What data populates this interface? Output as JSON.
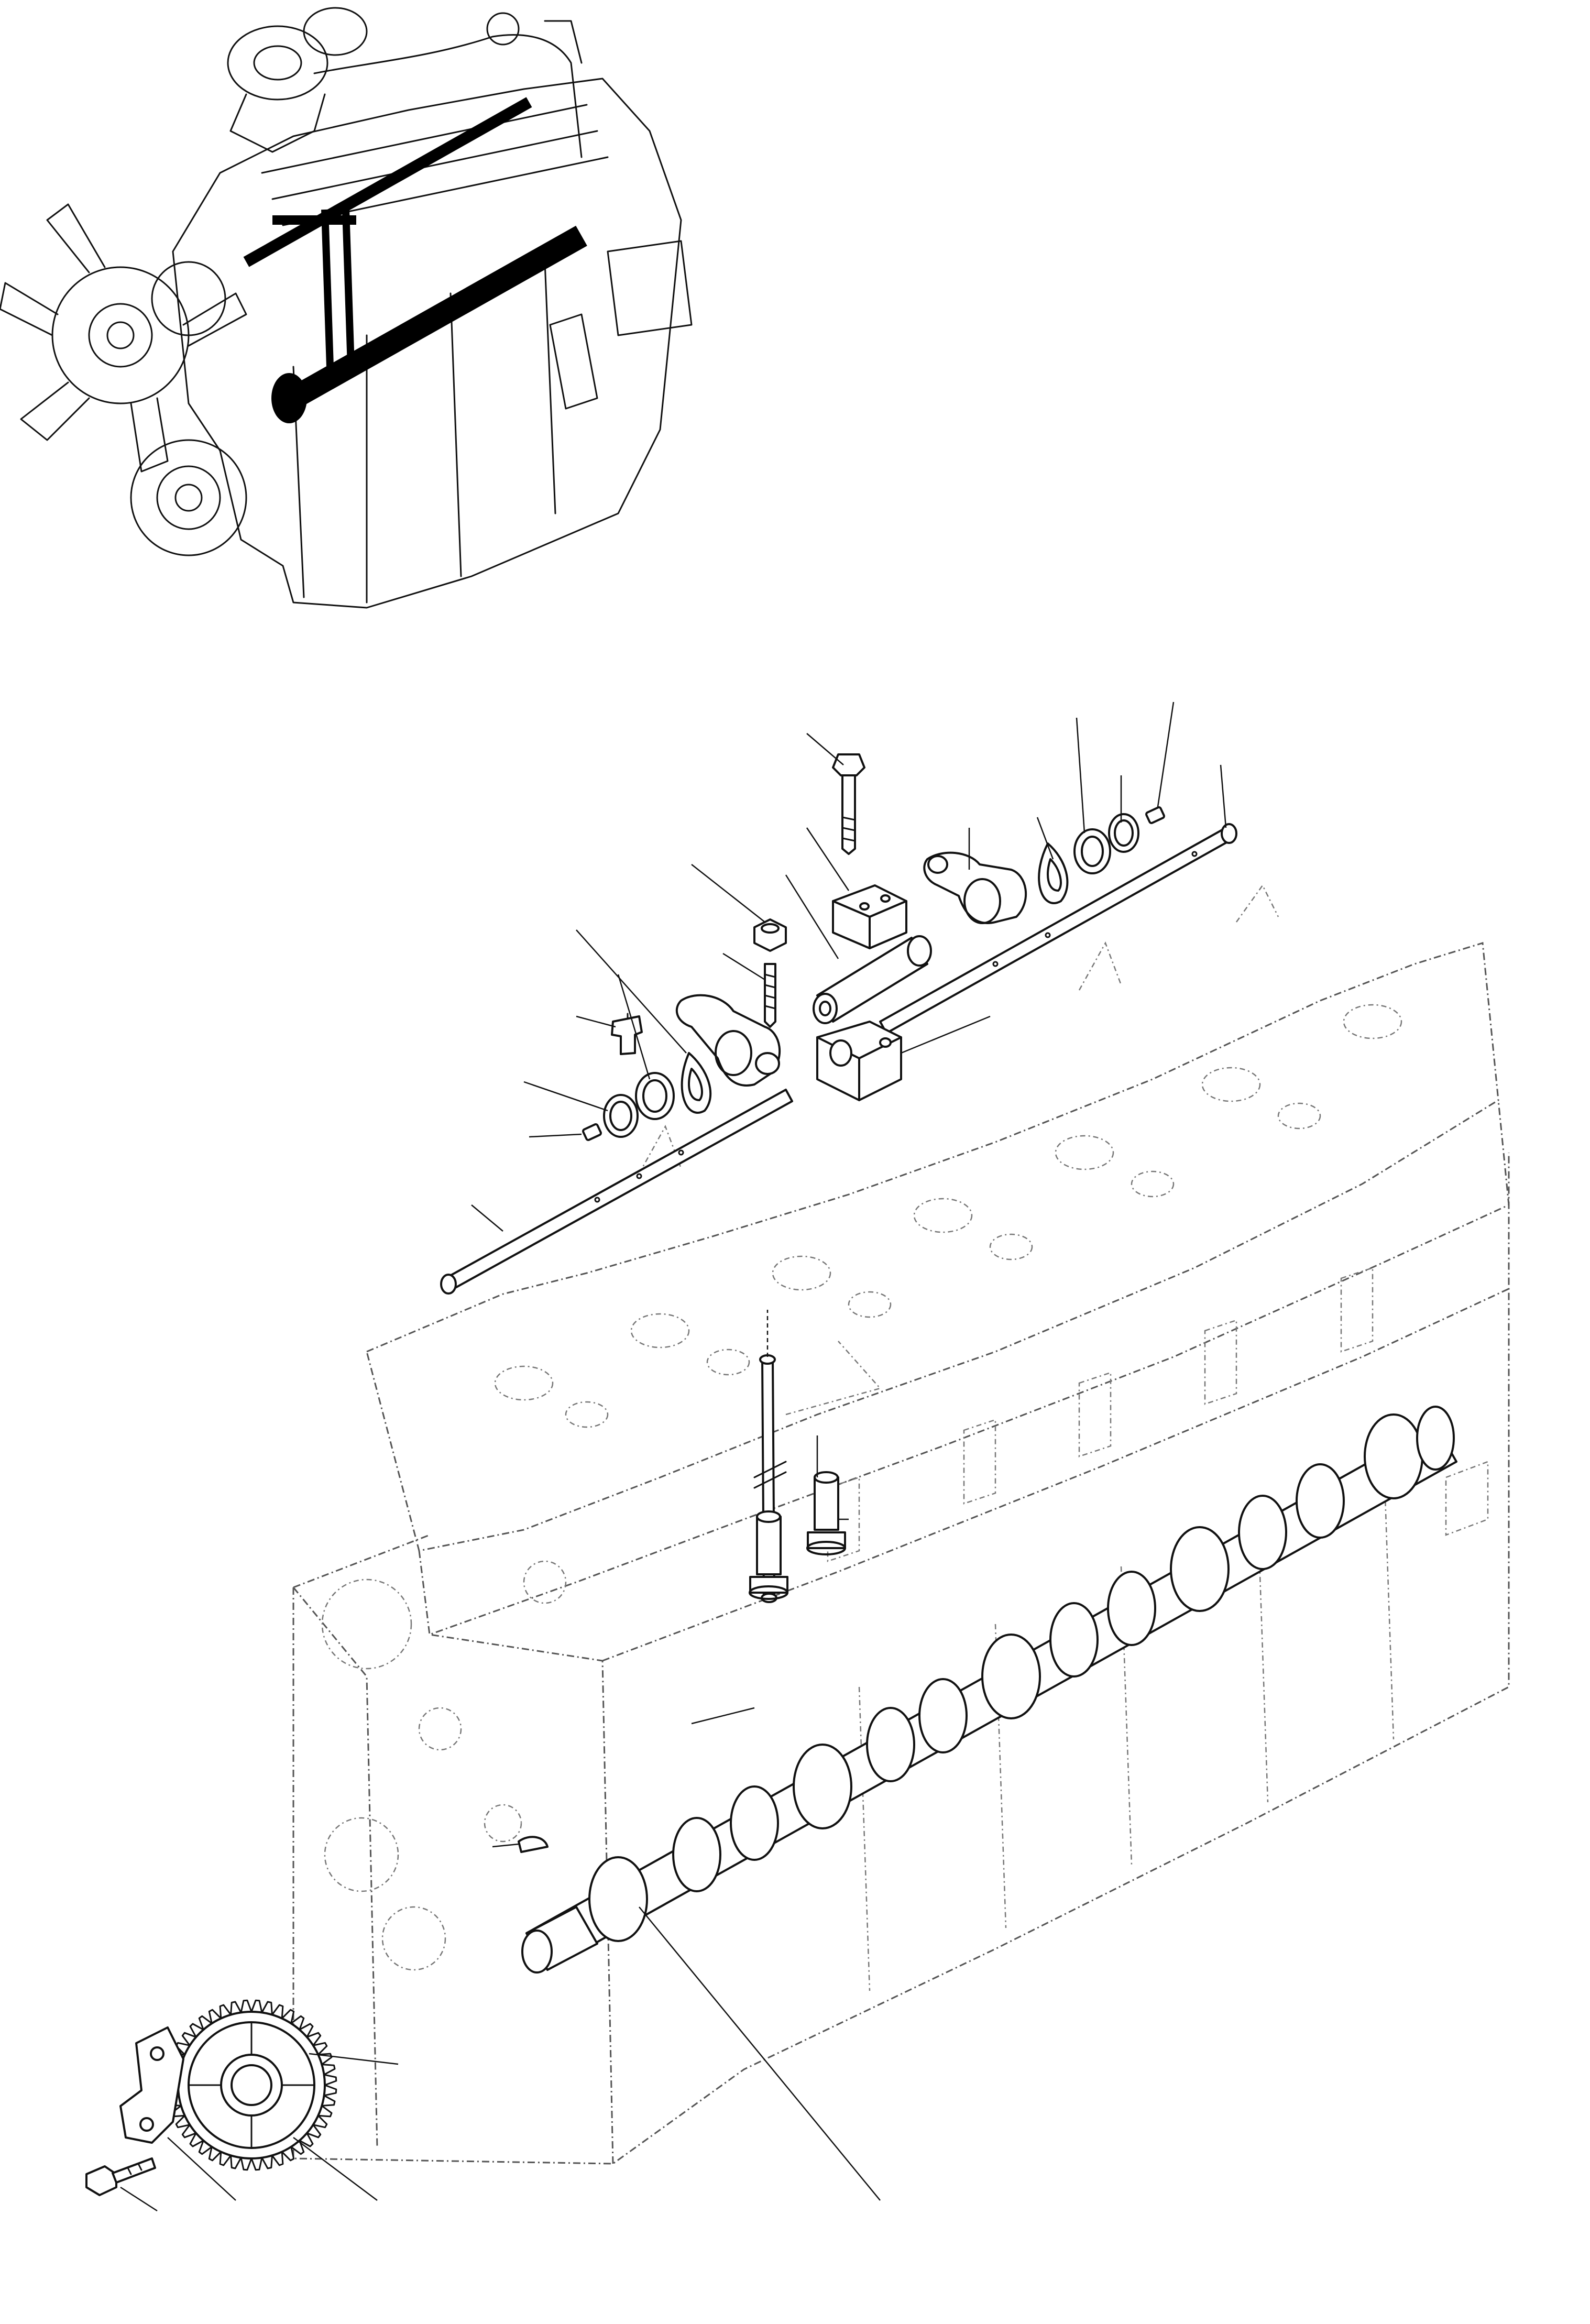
{
  "figure": {
    "kind": "exploded-parts-diagram",
    "overview_inset": "engine-overview-with-highlighted-camshaft-and-rocker-area",
    "parts": [
      "rocker-bolt",
      "rocker-bracket-upper",
      "rocker-bracket-lower",
      "rocker-spacer-pin",
      "rocker-shaft-rear",
      "rocker-shaft-front",
      "rocker-arm-rear",
      "rocker-arm-front",
      "adjusting-screw",
      "adjusting-nut",
      "spring-washer",
      "thrust-washer",
      "snap-ring",
      "plug",
      "valve-bridge",
      "push-rod",
      "tappet-left",
      "tappet-right",
      "camshaft",
      "woodruff-key",
      "camshaft-gear",
      "thrust-plate",
      "gear-bolt",
      "cylinder-block-ghost",
      "cylinder-head-ghost"
    ],
    "callout_labels_visible": false
  }
}
